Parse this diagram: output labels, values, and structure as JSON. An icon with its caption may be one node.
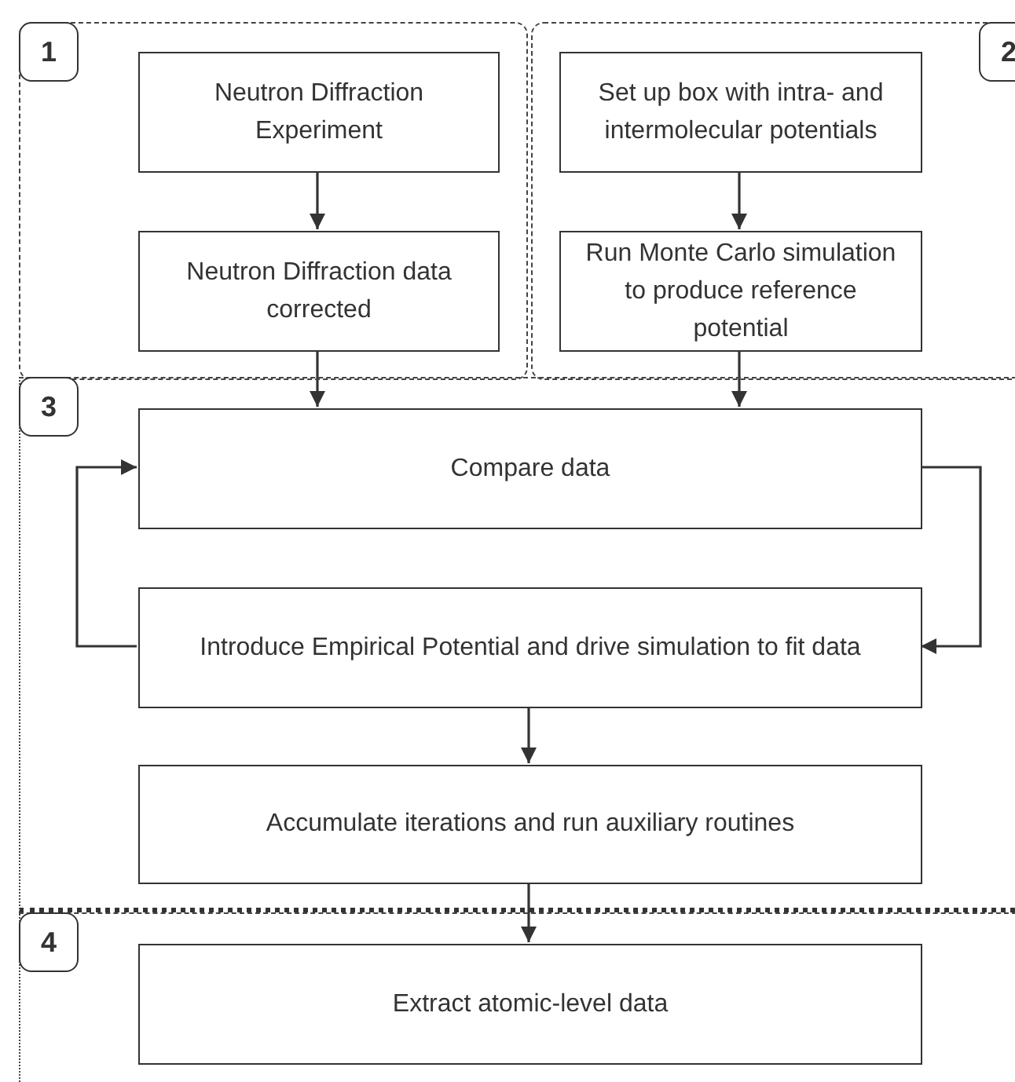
{
  "diagram": {
    "nodes": [
      {
        "text": [
          "1"
        ]
      },
      {
        "text": [
          "Neutron Diffraction Experiment"
        ],
        "in": 0
      },
      {
        "text": [
          "Neutron Diffraction data corrected"
        ],
        "in": 0
      },
      {
        "text": [
          "2"
        ]
      },
      {
        "text": [
          "Set up box with intra- and intermolecular potentials"
        ],
        "in": 3
      },
      {
        "text": [
          "Run Monte Carlo simulation to produce reference potential"
        ],
        "in": 3
      },
      {
        "text": [
          "3"
        ]
      },
      {
        "text": [
          "Compare data"
        ],
        "in": 6
      },
      {
        "text": [
          "Introduce Empirical Potential and drive simulation to fit data"
        ],
        "in": 6
      },
      {
        "text": [
          "Accumulate iterations and run auxiliary routines"
        ],
        "in": 6
      },
      {
        "text": [
          "4"
        ]
      },
      {
        "text": [
          "Extract atomic-level data"
        ],
        "in": 10
      }
    ],
    "edges": [
      {
        "from": 1,
        "to": 2,
        "arrow": "to"
      },
      {
        "from": 4,
        "to": 5,
        "arrow": "to"
      },
      {
        "from": 2,
        "to": 7,
        "arrow": "to"
      },
      {
        "from": 5,
        "to": 7,
        "arrow": "to"
      },
      {
        "from": 7,
        "to": 8,
        "arrow": "to"
      },
      {
        "from": 8,
        "to": 7,
        "arrow": "to"
      },
      {
        "from": 8,
        "to": 9,
        "arrow": "to"
      },
      {
        "from": 9,
        "to": 11,
        "arrow": "to"
      }
    ]
  }
}
